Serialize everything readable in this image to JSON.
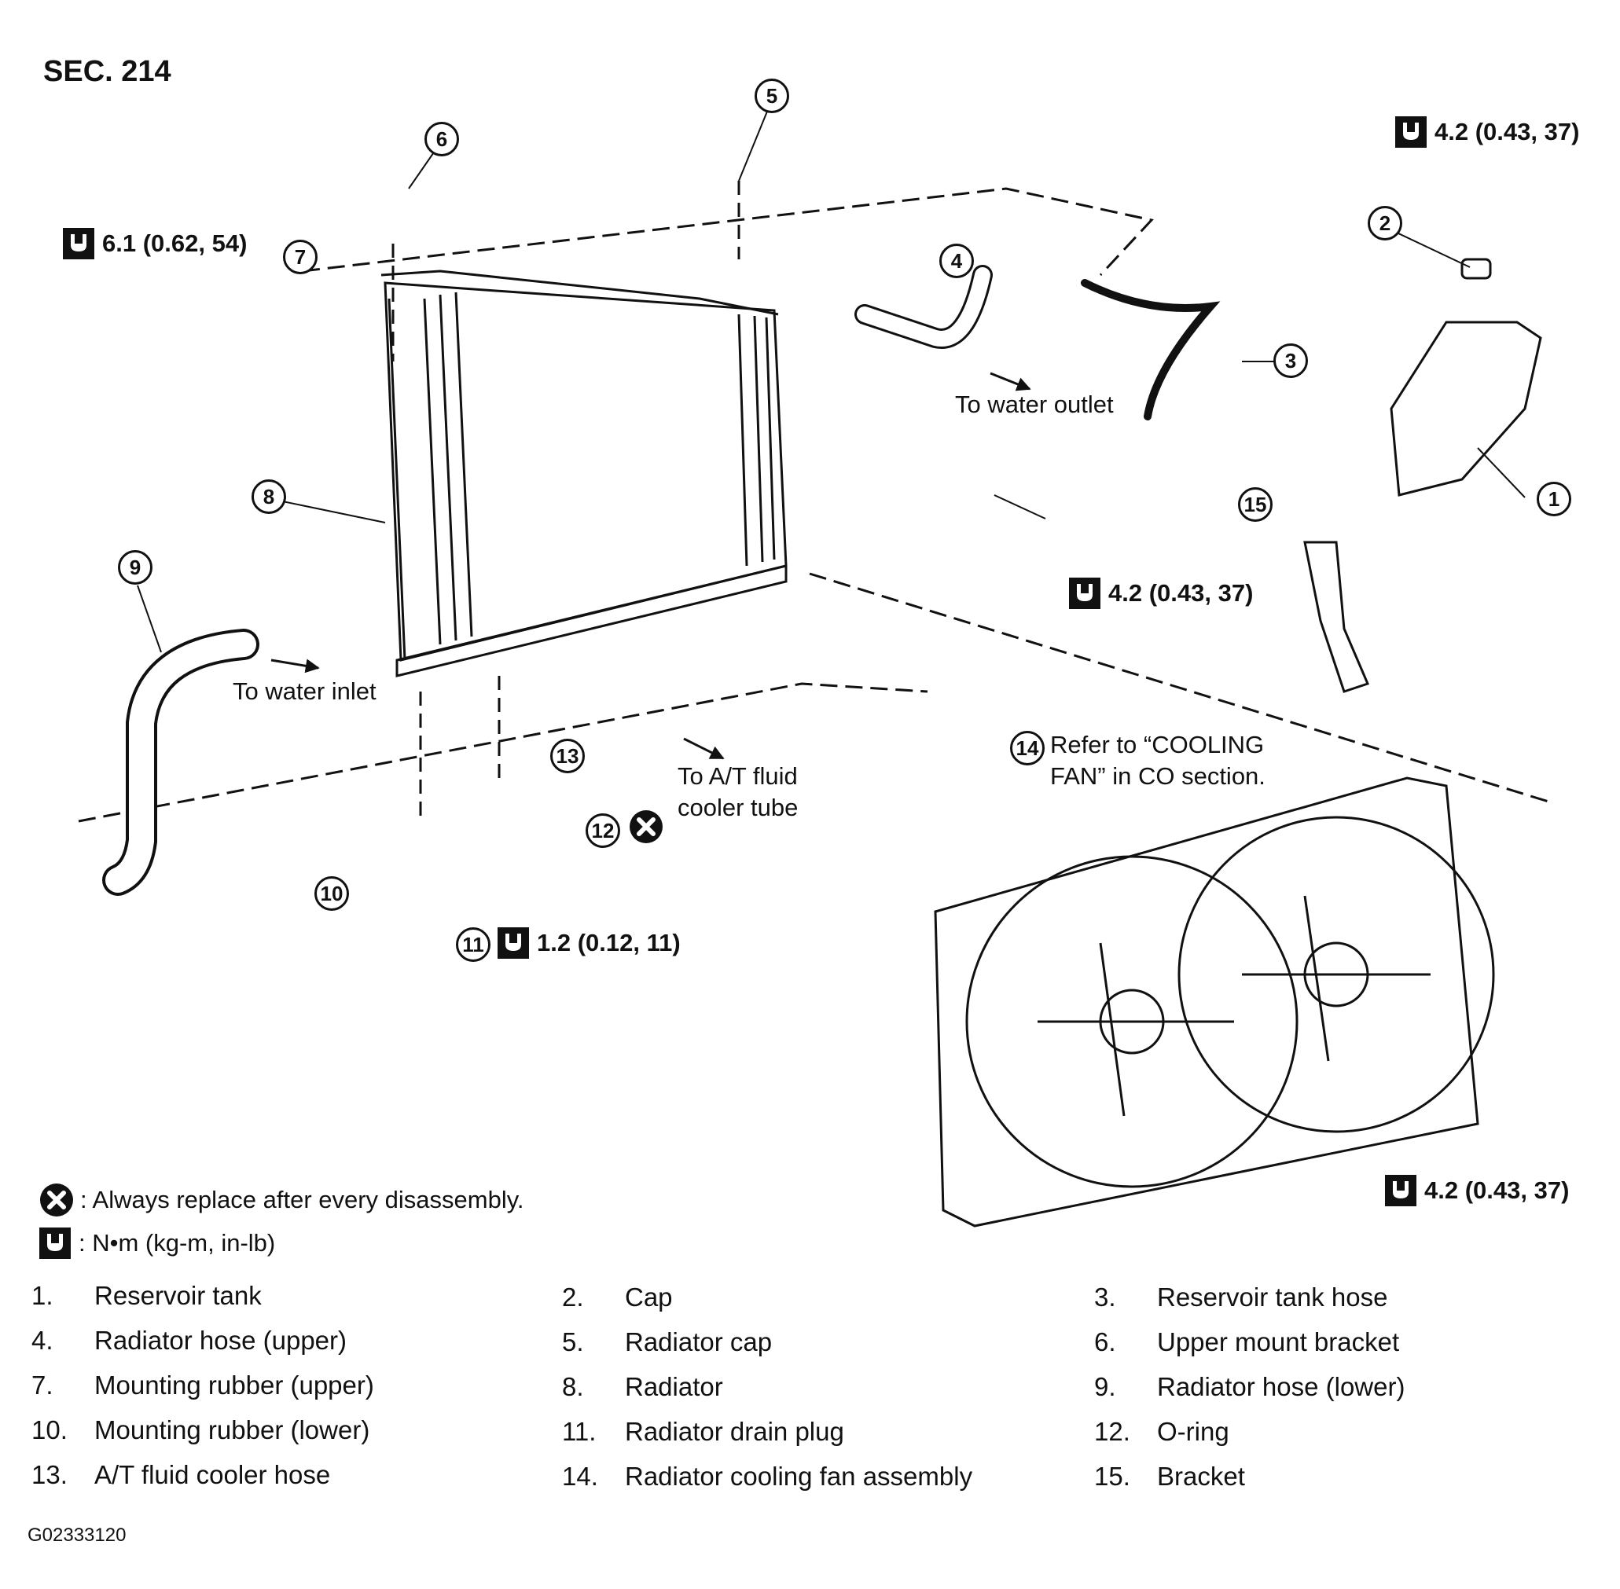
{
  "section_title": "SEC. 214",
  "flow_labels": {
    "to_water_outlet": "To water outlet",
    "to_water_inlet": "To water inlet",
    "to_at_fluid_line1": "To A/T fluid",
    "to_at_fluid_line2": "cooler tube",
    "refer_line1": "Refer to “COOLING",
    "refer_line2": "FAN” in CO section."
  },
  "torques": {
    "t_upper_mount_bolt": "6.1 (0.62, 54)",
    "t_reservoir_top": "4.2 (0.43, 37)",
    "t_reservoir_bracket": "4.2 (0.43, 37)",
    "t_drain_plug": "1.2 (0.12, 11)",
    "t_fan_bolt": "4.2 (0.43, 37)"
  },
  "callouts": [
    "1",
    "2",
    "3",
    "4",
    "5",
    "6",
    "7",
    "8",
    "9",
    "10",
    "11",
    "12",
    "13",
    "14",
    "15"
  ],
  "legend": {
    "replace": ": Always replace after every disassembly.",
    "torque_unit": ": N•m (kg-m, in-lb)"
  },
  "parts": [
    {
      "num": "1.",
      "name": "Reservoir tank"
    },
    {
      "num": "2.",
      "name": "Cap"
    },
    {
      "num": "3.",
      "name": "Reservoir tank hose"
    },
    {
      "num": "4.",
      "name": "Radiator hose (upper)"
    },
    {
      "num": "5.",
      "name": "Radiator cap"
    },
    {
      "num": "6.",
      "name": "Upper mount bracket"
    },
    {
      "num": "7.",
      "name": "Mounting rubber (upper)"
    },
    {
      "num": "8.",
      "name": "Radiator"
    },
    {
      "num": "9.",
      "name": "Radiator hose (lower)"
    },
    {
      "num": "10.",
      "name": "Mounting rubber (lower)"
    },
    {
      "num": "11.",
      "name": "Radiator drain plug"
    },
    {
      "num": "12.",
      "name": "O-ring"
    },
    {
      "num": "13.",
      "name": "A/T fluid cooler hose"
    },
    {
      "num": "14.",
      "name": "Radiator cooling fan assembly"
    },
    {
      "num": "15.",
      "name": "Bracket"
    }
  ],
  "figure_id": "G02333120",
  "icons": {
    "torque": "torque-wrench-icon",
    "replace": "replace-x-icon"
  }
}
